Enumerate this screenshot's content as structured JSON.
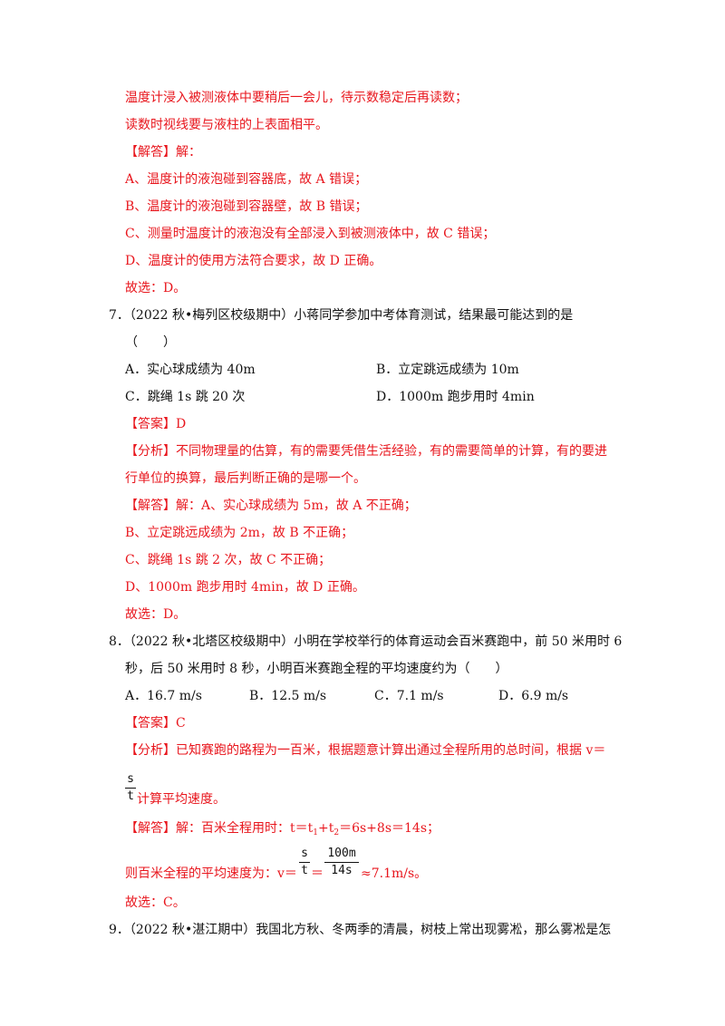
{
  "lines": {
    "l1": "温度计浸入被测液体中要稍后一会儿，待示数稳定后再读数；",
    "l2": "读数时视线要与液柱的上表面相平。",
    "l3": "【解答】解：",
    "l4": "A、温度计的液泡碰到容器底，故 A 错误；",
    "l5": "B、温度计的液泡碰到容器壁，故 B 错误；",
    "l6": "C、测量时温度计的液泡没有全部浸入到被测液体中，故 C 错误；",
    "l7": "D、温度计的使用方法符合要求，故 D 正确。",
    "l8": "故选：D。"
  },
  "q7": {
    "stem1": "7．（2022 秋•梅列区校级期中）小蒋同学参加中考体育测试，结果最可能达到的是",
    "stem2": "（　　）",
    "optA": "A．实心球成绩为 40m",
    "optB": "B．立定跳远成绩为 10m",
    "optC": "C．跳绳 1s 跳  20 次",
    "optD": "D．1000m 跑步用时  4min",
    "answer": "【答案】D",
    "analysis1": "【分析】不同物理量的估算，有的需要凭借生活经验，有的需要简单的计算，有的要进",
    "analysis2": "行单位的换算，最后判断正确的是哪一个。",
    "sol1": "【解答】解：A、实心球成绩为 5m，故 A 不正确；",
    "sol2": "B、立定跳远成绩为 2m，故 B 不正确；",
    "sol3": "C、跳绳 1s 跳  2 次，故 C 不正确；",
    "sol4": "D、1000m 跑步用时  4min，故 D 正确。",
    "choice": "故选：D。"
  },
  "q8": {
    "stem1": "8．（2022 秋•北塔区校级期中）小明在学校举行的体育运动会百米赛跑中，前 50 米用时 6",
    "stem2": "秒，后 50 米用时 8 秒，小明百米赛跑全程的平均速度约为（　　）",
    "optA": "A．16.7  m/s",
    "optB": "B．12.5  m/s",
    "optC": "C．7.1  m/s",
    "optD": "D．6.9  m/s",
    "answer": "【答案】C",
    "analysis1": "【分析】已知赛跑的路程为一百米，根据题意计算出通过全程所用的总时间，根据 v＝",
    "frac1_num": "s",
    "frac1_den": "t",
    "analysis2": "计算平均速度。",
    "sol1_pre": "【解答】解：百米全程用时：t＝t",
    "sub1": "1",
    "sol1_mid": "+t",
    "sub2": "2",
    "sol1_post": "＝6s+8s＝14s；",
    "sol2_pre": "则百米全程的平均速度为：v＝",
    "frac2_num": "s",
    "frac2_den": "t",
    "eq": "＝",
    "frac3_num": "100m",
    "frac3_den": "14s",
    "sol2_post": "≈7.1m/s。",
    "choice": "故选：C。"
  },
  "q9": {
    "stem1": "9．（2022 秋•湛江期中）我国北方秋、冬两季的清晨，树枝上常出现雾凇，那么雾凇是怎"
  }
}
